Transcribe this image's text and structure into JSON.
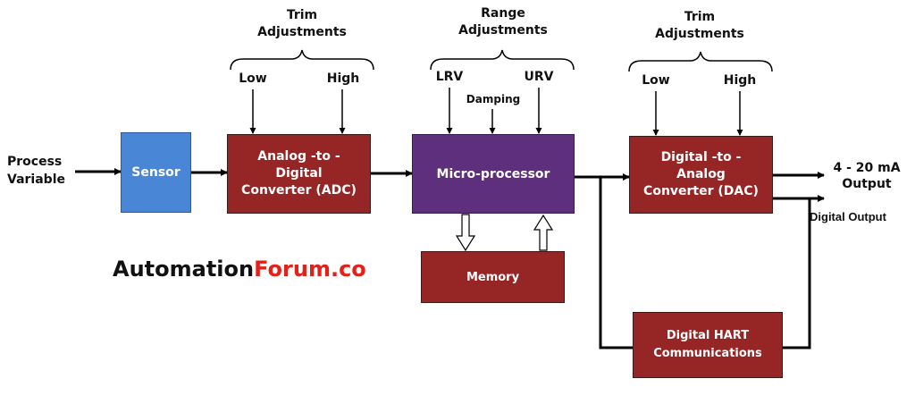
{
  "diagram": {
    "title": "",
    "colors": {
      "sensor": "#4a86d6",
      "block_red": "#962525",
      "microprocessor": "#5e2f7c",
      "line": "#000000",
      "brand_dark": "#111111",
      "brand_accent": "#e3201a"
    },
    "labels": {
      "process_variable": "Process\nVariable",
      "trim_left": "Trim\nAdjustments",
      "low_left": "Low",
      "high_left": "High",
      "range": "Range\nAdjustments",
      "lrv": "LRV",
      "urv": "URV",
      "damping": "Damping",
      "trim_right": "Trim\nAdjustments",
      "low_right": "Low",
      "high_right": "High",
      "output_4_20": "4 - 20 mA\nOutput",
      "digital_output": "Digital Output"
    },
    "blocks": {
      "sensor": "Sensor",
      "adc": "Analog -to -\nDigital\nConverter (ADC)",
      "microprocessor": "Micro-processor",
      "memory": "Memory",
      "dac": "Digital -to -\nAnalog\nConverter (DAC)",
      "hart": "Digital HART\nCommunications"
    },
    "brand": {
      "part1": "Automation",
      "part2": "Forum.co"
    }
  }
}
